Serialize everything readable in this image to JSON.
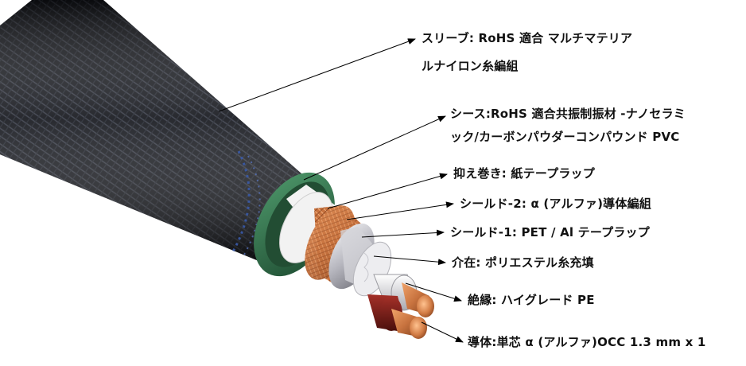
{
  "labels": {
    "sleeve_line1": "スリーブ: RoHS 適合 マルチマテリア",
    "sleeve_line2": "ルナイロン糸編組",
    "sheath_line1": "シース:RoHS 適合共振制振材 -ナノセラミ",
    "sheath_line2": "ック/カーボンパウダーコンパウンド PVC",
    "tape": "抑え巻き: 紙テープラップ",
    "shield2": "シールド-2: α (アルファ)導体編組",
    "shield1": "シールド-1: PET / Al テープラップ",
    "filler": "介在: ポリエステル糸充填",
    "insulation": "絶縁: ハイグレード PE",
    "conductor": "導体:単芯 α (アルファ)OCC 1.3 mm x 1"
  },
  "colors": {
    "jacket": "#14161c",
    "braid_accent": "#3a5aa8",
    "sheath": "#2f6b48",
    "paper": "#f2f2f2",
    "copper": "#c8733f",
    "foil": "#c9c9cf",
    "insulation_white": "#e9e9ec",
    "insulation_red": "#7a1f1a",
    "leader": "#000000"
  }
}
